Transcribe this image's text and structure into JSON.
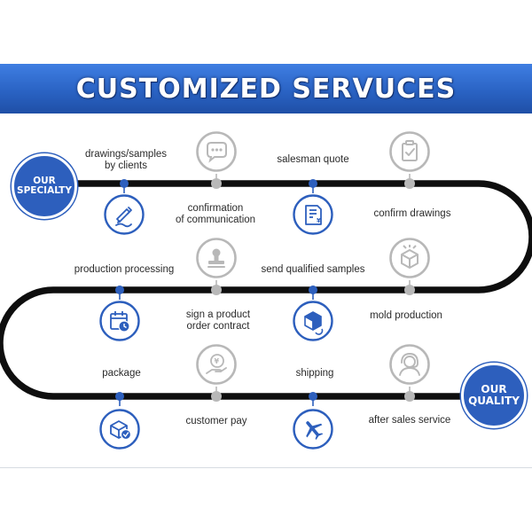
{
  "banner": {
    "title": "CUSTOMIZED SERVUCES"
  },
  "badges": {
    "start": "OUR\nSPECIALTY",
    "end": "OUR\nQUALITY"
  },
  "steps": [
    {
      "label": "drawings/samples\nby clients",
      "icon": "pen-edit-icon",
      "icon_style": "blue"
    },
    {
      "label": "confirmation\nof communication",
      "icon": "chat-bubble-icon",
      "icon_style": "gray"
    },
    {
      "label": "salesman quote",
      "icon": "quote-document-icon",
      "icon_style": "blue"
    },
    {
      "label": "confirm drawings",
      "icon": "checklist-icon",
      "icon_style": "gray"
    },
    {
      "label": "send qualified samples",
      "icon": "sample-box-icon",
      "icon_style": "gray"
    },
    {
      "label": "mold production",
      "icon": "mold-cube-icon",
      "icon_style": "blue"
    },
    {
      "label": "sign a product\norder contract",
      "icon": "stamp-icon",
      "icon_style": "gray"
    },
    {
      "label": "production processing",
      "icon": "calendar-clock-icon",
      "icon_style": "blue"
    },
    {
      "label": "package",
      "icon": "package-check-icon",
      "icon_style": "blue"
    },
    {
      "label": "customer pay",
      "icon": "payment-hand-icon",
      "icon_style": "gray"
    },
    {
      "label": "shipping",
      "icon": "airplane-icon",
      "icon_style": "blue"
    },
    {
      "label": "after sales service",
      "icon": "customer-support-icon",
      "icon_style": "gray"
    }
  ],
  "colors": {
    "accent_blue": "#2d5fbd",
    "track_black": "#0e0e0e",
    "gray_icon": "#b8b8b8",
    "banner_blue": "#2a63c4"
  }
}
